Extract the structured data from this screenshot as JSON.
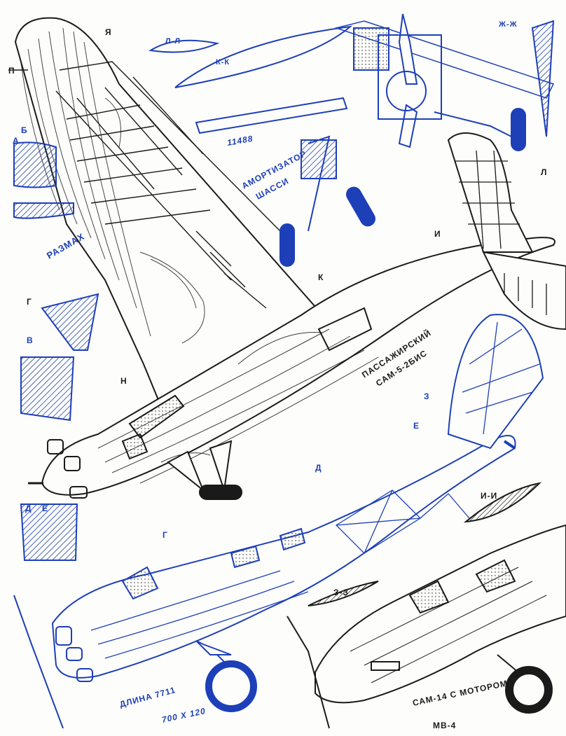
{
  "colors": {
    "ink_black": "#1a1a1a",
    "ink_blue": "#1d3fb8",
    "paper": "#fdfdfb"
  },
  "labels": {
    "sec_l": "Л-Л",
    "sec_k": "К-К",
    "sec_zh": "Ж-Ж",
    "dim_span_sub": "11488",
    "shock_title": "АМОРТИЗАТОР",
    "shock_sub": "ШАССИ",
    "span": "РАЗМАХ",
    "sec_a": "А",
    "sec_b": "Б",
    "sec_v": "В",
    "sec_g": "Г",
    "sec_d": "Д",
    "sec_e": "Е",
    "sec_z": "З",
    "sec_i": "И",
    "sec_k_mark": "К",
    "sec_l_mark": "Л",
    "sec_p_mark": "П",
    "sec_ya_mark": "Я",
    "sec_n_mark": "Н",
    "model1_a": "ПАССАЖИРСКИЙ",
    "model1_b": "САМ-5-2БИС",
    "sec_ii": "И-И",
    "sec_zz": "З-З",
    "length": "ДЛИНА 7711",
    "wheel": "700 Х 120",
    "model2_a": "САМ-14 С МОТОРОМ",
    "model2_b": "МВ-4"
  }
}
